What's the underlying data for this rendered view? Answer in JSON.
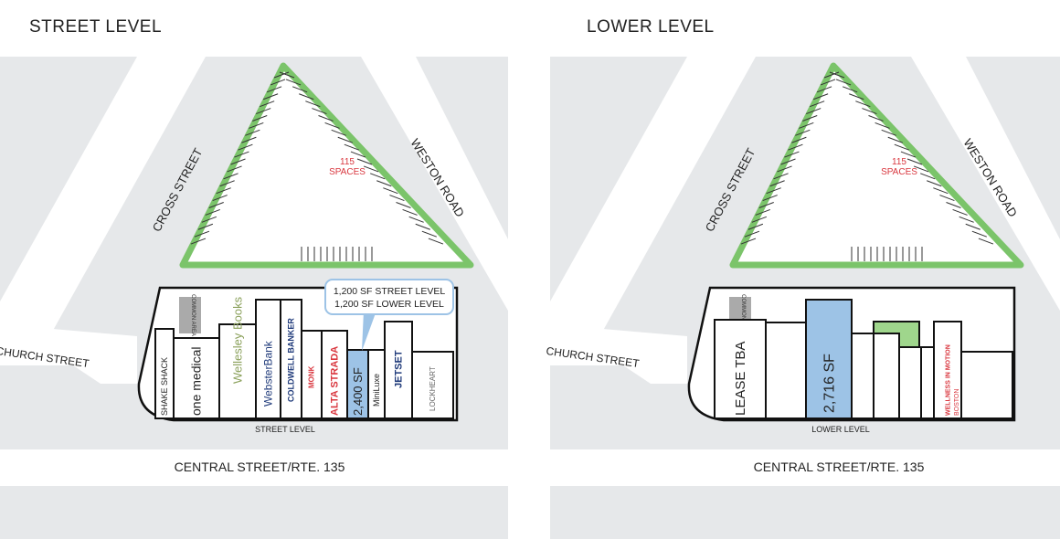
{
  "panels": [
    {
      "title": "STREET LEVEL",
      "streets": {
        "cross": "CROSS STREET",
        "weston": "WESTON ROAD",
        "church": "CHURCH STREET",
        "central": "CENTRAL STREET/RTE. 135"
      },
      "parking": {
        "count": "115",
        "label": "SPACES"
      },
      "level_label": "STREET LEVEL",
      "callout": {
        "line1": "1,200 SF STREET LEVEL",
        "line2": "1,200 SF LOWER LEVEL"
      },
      "common_area": "COMMON AREA",
      "stores": [
        "SHAKE SHACK",
        "one medical",
        "Wellesley Books",
        "WebsterBank",
        "COLDWELL BANKER",
        "MONK",
        "ALTA STRADA",
        "2,400 SF",
        "MiniLuxe",
        "JETSET",
        "LOCKHEART"
      ]
    },
    {
      "title": "LOWER LEVEL",
      "streets": {
        "cross": "CROSS STREET",
        "weston": "WESTON ROAD",
        "church": "CHURCH STREET",
        "central": "CENTRAL STREET/RTE. 135"
      },
      "parking": {
        "count": "115",
        "label": "SPACES"
      },
      "level_label": "LOWER LEVEL",
      "common_area": "COMMON AREA",
      "stores": [
        "LEASE TBA",
        "2,716 SF",
        "WELLNESS IN MOTION",
        "BOSTON"
      ]
    }
  ],
  "colors": {
    "ground": "#e6e8ea",
    "green": "#9fd68c",
    "available": "#9dc3e6",
    "outline": "#111111",
    "label_red": "#d9363e"
  }
}
